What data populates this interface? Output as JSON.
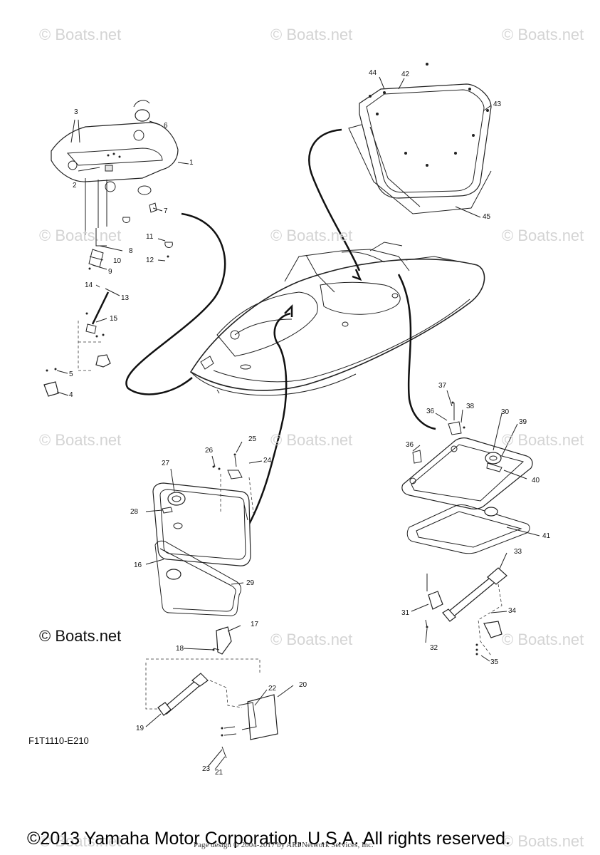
{
  "watermark": "© Boats.net",
  "callouts": [
    "1",
    "2",
    "3",
    "4",
    "5",
    "6",
    "7",
    "8",
    "9",
    "10",
    "11",
    "12",
    "13",
    "14",
    "15",
    "16",
    "17",
    "18",
    "19",
    "20",
    "21",
    "22",
    "23",
    "24",
    "25",
    "26",
    "27",
    "28",
    "29",
    "30",
    "31",
    "32",
    "33",
    "34",
    "35",
    "36",
    "36",
    "37",
    "38",
    "39",
    "40",
    "41",
    "42",
    "43",
    "44",
    "45"
  ],
  "reference_code": "F1T1110-E210",
  "brand_mark": "© Boats.net",
  "copyright": "©2013 Yamaha Motor Corporation, U.S.A. All rights reserved.",
  "page_design": "Page design © 2004-2017 by ARI Network Services, Inc."
}
